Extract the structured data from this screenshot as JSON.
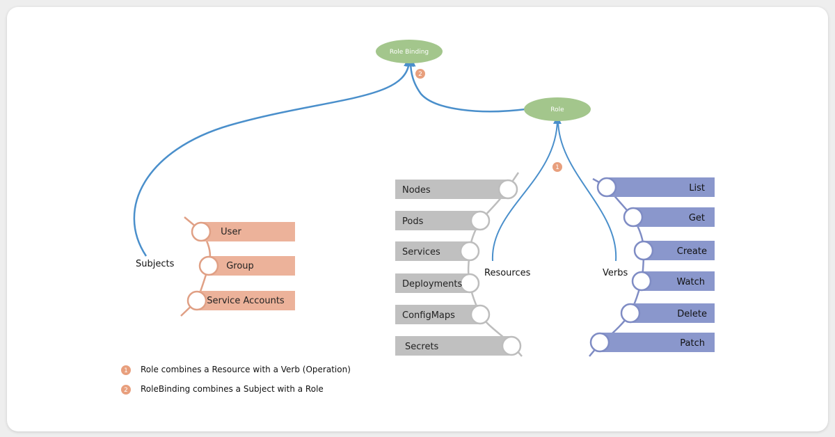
{
  "nodes": {
    "role_binding": "Role Binding",
    "role": "Role"
  },
  "badges": {
    "one": "1",
    "two": "2"
  },
  "groups": {
    "subjects": "Subjects",
    "resources": "Resources",
    "verbs": "Verbs"
  },
  "subjects": [
    "User",
    "Group",
    "Service Accounts"
  ],
  "resources": [
    "Nodes",
    "Pods",
    "Services",
    "Deployments",
    "ConfigMaps",
    "Secrets"
  ],
  "verbs": [
    "List",
    "Get",
    "Create",
    "Watch",
    "Delete",
    "Patch"
  ],
  "legend": [
    {
      "badge": "1",
      "text": "Role combines a Resource with a Verb (Operation)"
    },
    {
      "badge": "2",
      "text": "RoleBinding combines a Subject with a Role"
    }
  ],
  "colors": {
    "node_green": "#a3c68c",
    "edge_blue": "#4a8fcb",
    "badge_orange": "#e89f7d",
    "subject_fill": "#ecb29a",
    "subject_line": "#e0a085",
    "resource_fill": "#c0c0c0",
    "resource_line": "#bdbdbd",
    "verb_fill": "#8a97cc",
    "verb_line": "#7f8cc4"
  }
}
